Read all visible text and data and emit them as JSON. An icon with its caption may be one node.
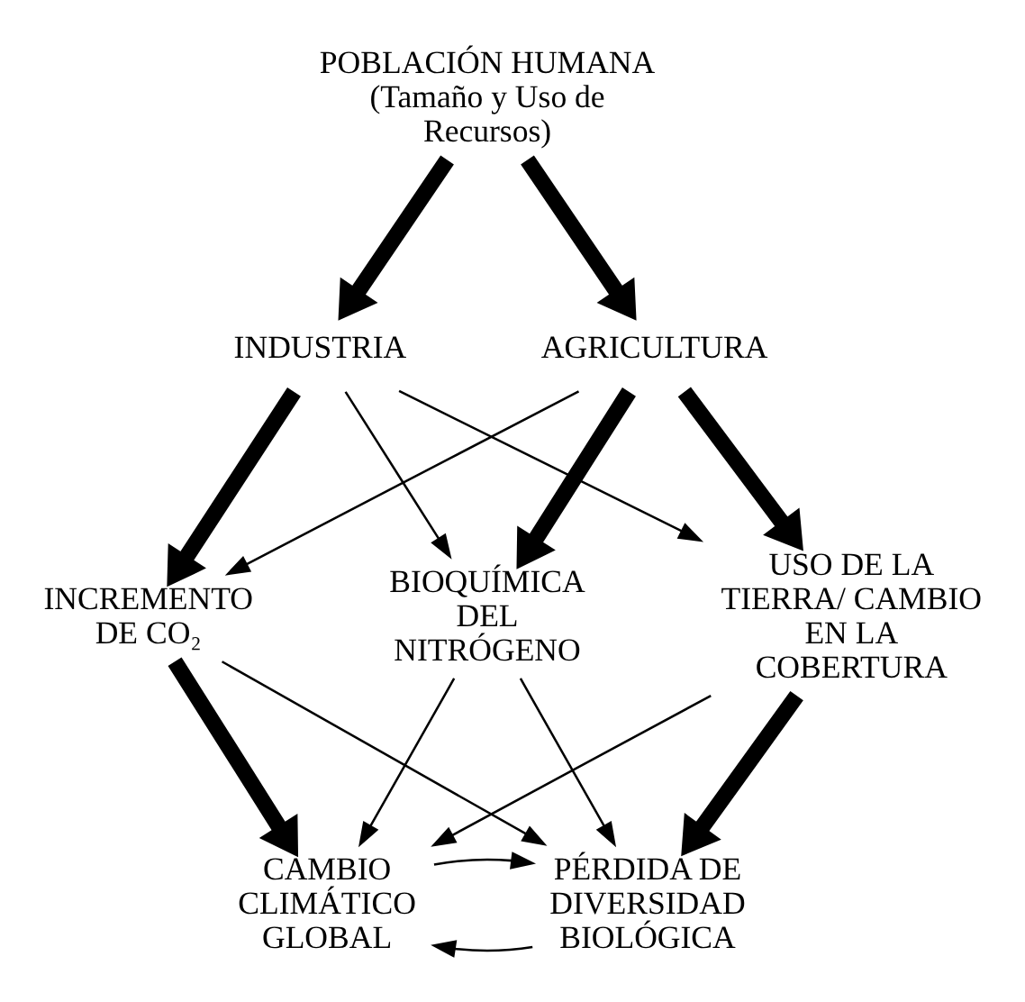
{
  "diagram": {
    "nodes": [
      {
        "text": [
          "POBLACIÓN HUMANA (Tamaño y Uso de Recursos)"
        ]
      },
      {
        "text": [
          "INDUSTRIA"
        ]
      },
      {
        "text": [
          "AGRICULTURA"
        ]
      },
      {
        "text": [
          "INCREMENTO DE CO₂"
        ]
      },
      {
        "text": [
          "BIOQUÍMICA DEL NITRÓGENO"
        ]
      },
      {
        "text": [
          "USO DE LA TIERRA/ CAMBIO EN LA COBERTURA"
        ]
      },
      {
        "text": [
          "CAMBIO CLIMÁTICO GLOBAL"
        ]
      },
      {
        "text": [
          "PÉRDIDA DE DIVERSIDAD BIOLÓGICA"
        ]
      }
    ],
    "edges": [
      {
        "from": 0,
        "to": 1,
        "arrow": "to",
        "style": "thick"
      },
      {
        "from": 0,
        "to": 2,
        "arrow": "to",
        "style": "thick"
      },
      {
        "from": 1,
        "to": 3,
        "arrow": "to",
        "style": "thick"
      },
      {
        "from": 1,
        "to": 4,
        "arrow": "to"
      },
      {
        "from": 1,
        "to": 5,
        "arrow": "to"
      },
      {
        "from": 2,
        "to": 3,
        "arrow": "to"
      },
      {
        "from": 2,
        "to": 4,
        "arrow": "to",
        "style": "thick"
      },
      {
        "from": 2,
        "to": 5,
        "arrow": "to",
        "style": "thick"
      },
      {
        "from": 3,
        "to": 6,
        "arrow": "to",
        "style": "thick"
      },
      {
        "from": 3,
        "to": 7,
        "arrow": "to"
      },
      {
        "from": 4,
        "to": 6,
        "arrow": "to"
      },
      {
        "from": 4,
        "to": 7,
        "arrow": "to"
      },
      {
        "from": 5,
        "to": 6,
        "arrow": "to"
      },
      {
        "from": 5,
        "to": 7,
        "arrow": "to",
        "style": "thick"
      },
      {
        "from": 7,
        "to": 6,
        "arrow": "to"
      },
      {
        "from": 6,
        "to": 7,
        "arrow": "to"
      }
    ]
  }
}
